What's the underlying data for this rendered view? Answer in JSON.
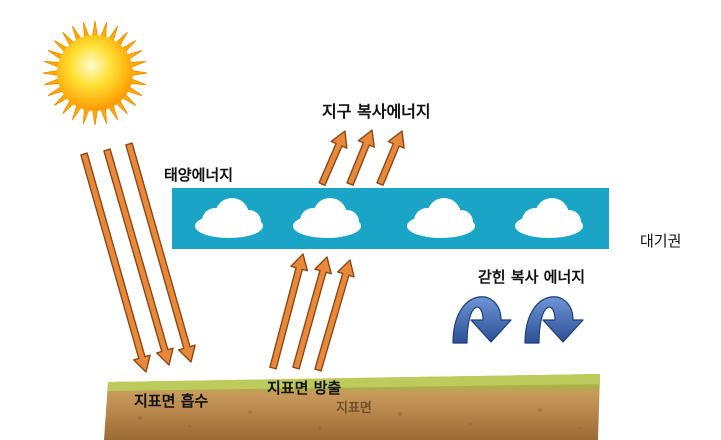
{
  "labels": {
    "earth_radiation": "지구 복사에너지",
    "solar_energy": "태양에너지",
    "atmosphere": "대기권",
    "trapped_radiation": "갇힌 복사 에너지",
    "surface_absorption": "지표면 흡수",
    "surface_emission": "지표면 방출",
    "ground": "지표면"
  },
  "colors": {
    "arrow_fill": "#e6893a",
    "arrow_stroke": "#8f4716",
    "atmosphere_band": "#1aa4c6",
    "cloud": "#ffffff",
    "curved_arrow": "#3a62a8",
    "ground_top": "#b8c85a",
    "ground_soil": "#c99a5e",
    "sun_core": "#ffdd22",
    "sun_rays": "#ffae00"
  }
}
